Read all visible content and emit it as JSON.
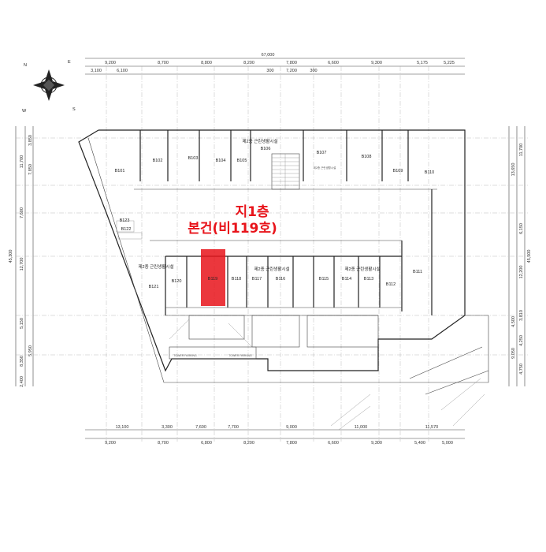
{
  "compass": {
    "n": "N",
    "e": "E",
    "s": "S",
    "w": "W"
  },
  "top_dims_total": "67,000",
  "top_dims_row1": [
    "9,200",
    "8,700",
    "8,800",
    "8,200",
    "7,800",
    "6,600",
    "9,300",
    "5,175",
    "5,225"
  ],
  "top_dims_row2": [
    "3,100",
    "6,100",
    "300",
    "7,200",
    "300"
  ],
  "bottom_dims_row1": [
    "13,100",
    "3,300",
    "7,600",
    "7,700",
    "9,000",
    "11,000",
    "11,570"
  ],
  "bottom_dims_row2": [
    "9,200",
    "8,700",
    "6,800",
    "8,200",
    "7,800",
    "6,600",
    "9,300",
    "5,400",
    "5,000"
  ],
  "left_dims_total": "45,300",
  "left_dims_outer": [
    "11,700",
    "7,600",
    "12,700",
    "5,150",
    "8,350",
    "2,400"
  ],
  "left_dims_inner": [
    "3,850",
    "7,850",
    "5,950"
  ],
  "right_dims_total": "45,500",
  "right_dims_outer": [
    "11,700",
    "6,150",
    "12,200",
    "3,810",
    "4,250",
    "4,750"
  ],
  "right_dims_inner": [
    "13,650",
    "4,500",
    "9,050"
  ],
  "rooms": {
    "b101": "B101",
    "b102": "B102",
    "b103": "B103",
    "b104": "B104",
    "b105": "B105",
    "b106": "B106",
    "b107": "B107",
    "b108": "B108",
    "b109": "B109",
    "b110": "B110",
    "b111": "B111",
    "b112": "B112",
    "b113": "B113",
    "b114": "B114",
    "b115": "B115",
    "b116": "B116",
    "b117": "B117",
    "b118": "B118",
    "b119": "B119",
    "b120": "B120",
    "b121": "B121",
    "b122": "B122",
    "b123": "B123"
  },
  "zone_labels": {
    "north": "제2종 근린생활시설",
    "east": "제2종 근린생활시설",
    "center": "제2종 근린생활시설",
    "west": "제2종 근린생활시설",
    "b107_sub": "제2종 근린생활시설"
  },
  "parking_labels": {
    "left": "TOWER PARKING",
    "right": "TOWER PARKING"
  },
  "highlight": {
    "line1": "지1층",
    "line2": "본건(비119호)",
    "color": "#e8141b"
  }
}
